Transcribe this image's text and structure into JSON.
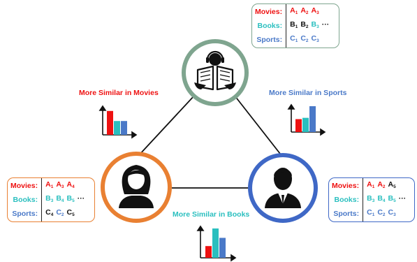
{
  "colors": {
    "movies": "#ee1111",
    "books": "#2abfbf",
    "sports": "#4a79c8",
    "black": "#111111",
    "top_ring": "#7fa58f",
    "left_ring": "#e98032",
    "right_ring": "#3f68c6"
  },
  "users": {
    "top": {
      "icon": "reader-icon"
    },
    "left": {
      "icon": "woman-icon"
    },
    "right": {
      "icon": "man-icon"
    }
  },
  "cards": {
    "top": {
      "movies_label": "Movies:",
      "books_label": "Books:",
      "sports_label": "Sports:",
      "movies": [
        {
          "l": "A",
          "s": "1",
          "c": "movies"
        },
        {
          "l": "A",
          "s": "2",
          "c": "movies"
        },
        {
          "l": "A",
          "s": "3",
          "c": "movies"
        }
      ],
      "books": [
        {
          "l": "B",
          "s": "1",
          "c": "black"
        },
        {
          "l": "B",
          "s": "2",
          "c": "black"
        },
        {
          "l": "B",
          "s": "3",
          "c": "books"
        }
      ],
      "books_more": "···",
      "sports": [
        {
          "l": "C",
          "s": "1",
          "c": "sports"
        },
        {
          "l": "C",
          "s": "2",
          "c": "sports"
        },
        {
          "l": "C",
          "s": "3",
          "c": "sports"
        }
      ]
    },
    "left": {
      "movies_label": "Movies:",
      "books_label": "Books:",
      "sports_label": "Sports:",
      "movies": [
        {
          "l": "A",
          "s": "1",
          "c": "movies"
        },
        {
          "l": "A",
          "s": "3",
          "c": "movies"
        },
        {
          "l": "A",
          "s": "4",
          "c": "movies"
        }
      ],
      "books": [
        {
          "l": "B",
          "s": "3",
          "c": "books"
        },
        {
          "l": "B",
          "s": "4",
          "c": "books"
        },
        {
          "l": "B",
          "s": "5",
          "c": "books"
        }
      ],
      "books_more": "···",
      "sports": [
        {
          "l": "C",
          "s": "4",
          "c": "black"
        },
        {
          "l": "C",
          "s": "2",
          "c": "sports"
        },
        {
          "l": "C",
          "s": "5",
          "c": "black"
        }
      ]
    },
    "right": {
      "movies_label": "Movies:",
      "books_label": "Books:",
      "sports_label": "Sports:",
      "movies": [
        {
          "l": "A",
          "s": "1",
          "c": "movies"
        },
        {
          "l": "A",
          "s": "2",
          "c": "movies"
        },
        {
          "l": "A",
          "s": "5",
          "c": "black"
        }
      ],
      "books": [
        {
          "l": "B",
          "s": "3",
          "c": "books"
        },
        {
          "l": "B",
          "s": "4",
          "c": "books"
        },
        {
          "l": "B",
          "s": "5",
          "c": "books"
        }
      ],
      "books_more": "···",
      "sports": [
        {
          "l": "C",
          "s": "1",
          "c": "sports"
        },
        {
          "l": "C",
          "s": "2",
          "c": "sports"
        },
        {
          "l": "C",
          "s": "3",
          "c": "sports"
        }
      ]
    }
  },
  "similarity": {
    "movies": "More Similar in Movies",
    "sports": "More Similar in Sports",
    "books": "More Similar in Books"
  },
  "mini_charts": {
    "movies": {
      "values": [
        0.95,
        0.55,
        0.55
      ]
    },
    "sports": {
      "values": [
        0.5,
        0.55,
        1.0
      ]
    },
    "books": {
      "values": [
        0.4,
        1.0,
        0.68
      ]
    }
  }
}
